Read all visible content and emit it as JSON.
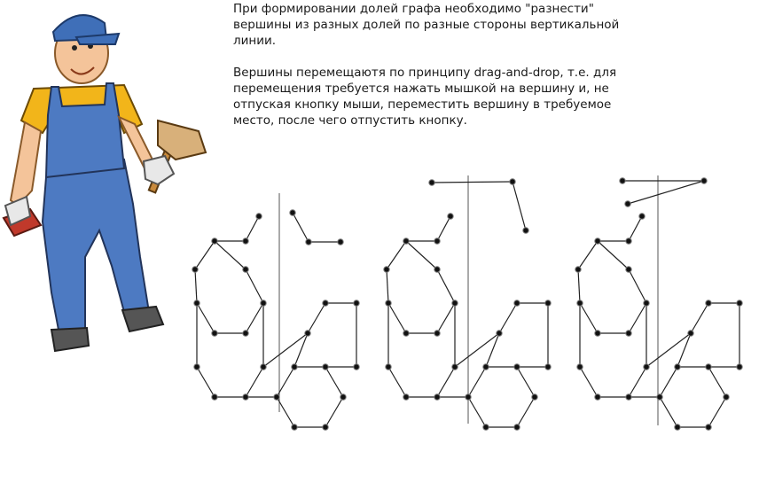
{
  "instructions": {
    "paragraph1": "При формировании долей графа необходимо \"разнести\" вершины из разных долей по разные стороны вертикальной линии.",
    "paragraph2": "Вершины перемещаютя по принципу drag-and-drop, т.е. для перемещения требуется нажать мышкой на вершину и, не отпуская кнопку мыши, переместить вершину в требуемое место, после чего отпустить кнопку."
  },
  "illustration": {
    "character": "worker with hammer",
    "colors": {
      "overalls": "#4d7ac2",
      "shirt": "#f2b51a",
      "cap": "#3f6fb8",
      "skin": "#f4c49a"
    }
  },
  "diagram": {
    "panel_count": 3,
    "vertex_color": "#111111",
    "edge_color": "#222222",
    "divider_color": "#555555"
  }
}
